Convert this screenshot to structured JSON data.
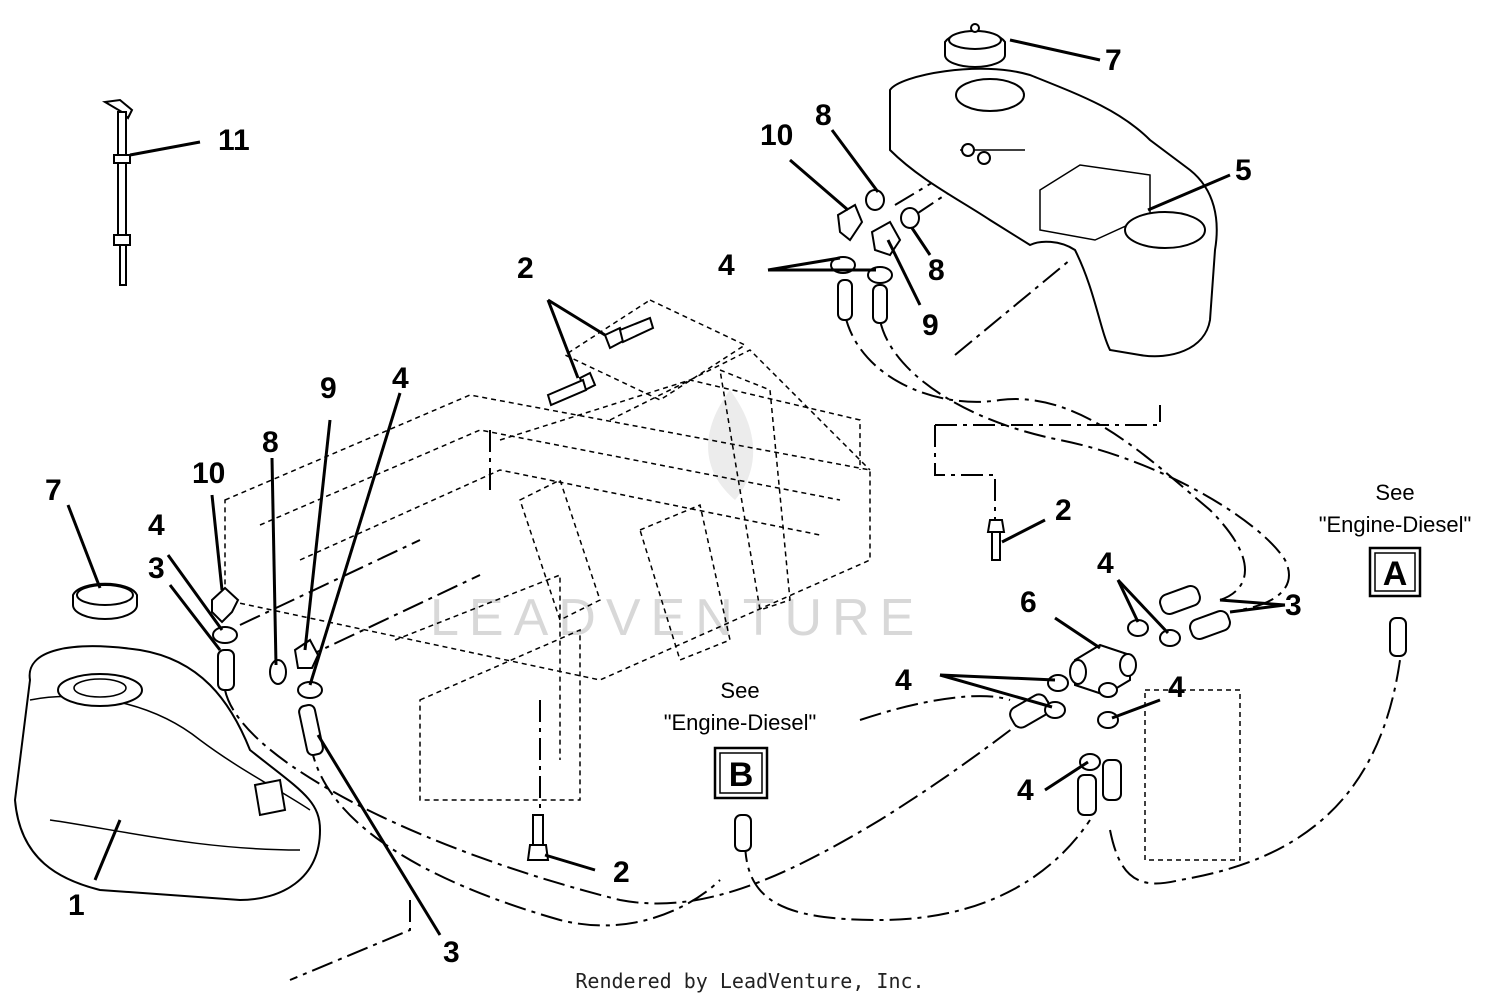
{
  "callouts": {
    "c1": "1",
    "c2a": "2",
    "c2b": "2",
    "c2c": "2",
    "c3a": "3",
    "c3b": "3",
    "c3c": "3",
    "c4a": "4",
    "c4b": "4",
    "c4c": "4",
    "c4d": "4",
    "c4e": "4",
    "c4f": "4",
    "c4g": "4",
    "c5": "5",
    "c6": "6",
    "c7a": "7",
    "c7b": "7",
    "c8a": "8",
    "c8b": "8",
    "c8c": "8",
    "c9a": "9",
    "c9b": "9",
    "c10a": "10",
    "c10b": "10",
    "c11": "11"
  },
  "references": {
    "a": {
      "see": "See",
      "target": "\"Engine-Diesel\"",
      "letter": "A"
    },
    "b": {
      "see": "See",
      "target": "\"Engine-Diesel\"",
      "letter": "B"
    }
  },
  "watermark": "LEADVENTURE",
  "footer": "Rendered by LeadVenture, Inc."
}
